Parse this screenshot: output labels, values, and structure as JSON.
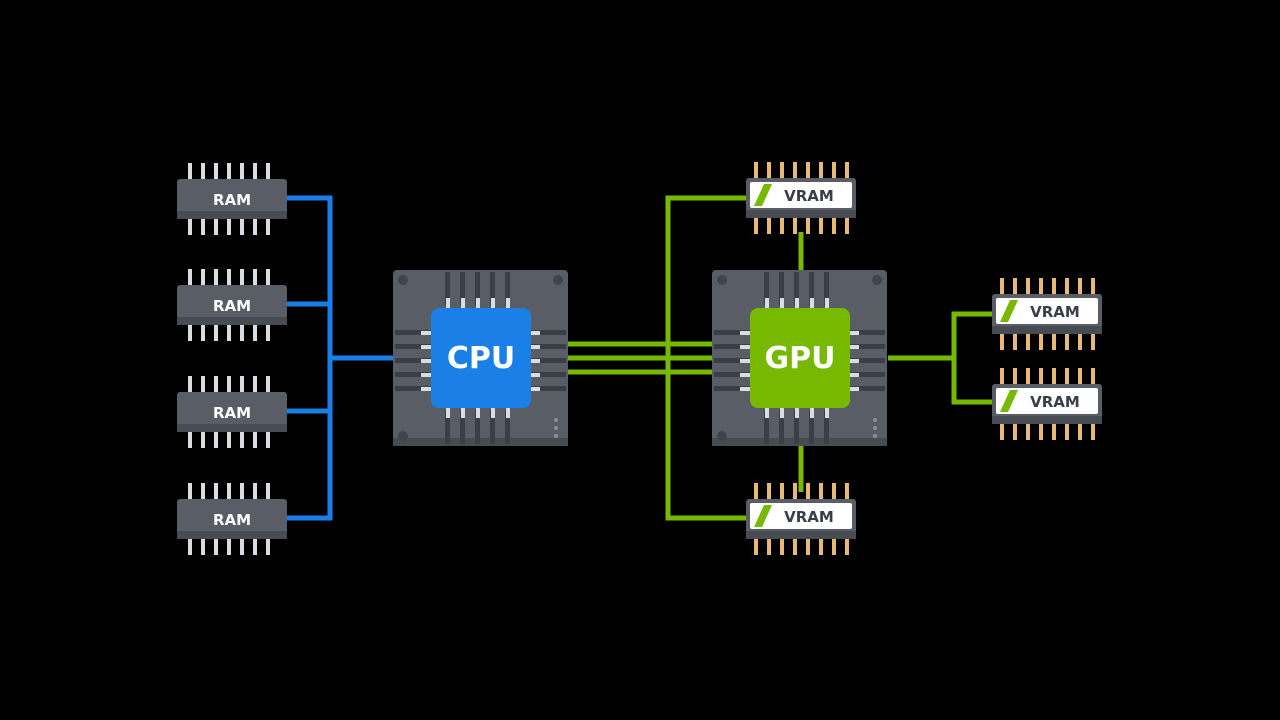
{
  "colors": {
    "background": "#000000",
    "cpu_accent": "#1a7fe6",
    "gpu_accent": "#76b900",
    "chip_body": "#595e66",
    "chip_frame": "#3f434a",
    "pin_silver": "#d9dce0",
    "pin_gold": "#e8b877",
    "vram_label_bg": "#ffffff"
  },
  "cpu": {
    "label": "CPU"
  },
  "gpu": {
    "label": "GPU"
  },
  "ram_modules": [
    {
      "label": "RAM"
    },
    {
      "label": "RAM"
    },
    {
      "label": "RAM"
    },
    {
      "label": "RAM"
    }
  ],
  "vram_modules": [
    {
      "label": "VRAM",
      "position": "top"
    },
    {
      "label": "VRAM",
      "position": "right-upper"
    },
    {
      "label": "VRAM",
      "position": "right-lower"
    },
    {
      "label": "VRAM",
      "position": "bottom"
    }
  ]
}
